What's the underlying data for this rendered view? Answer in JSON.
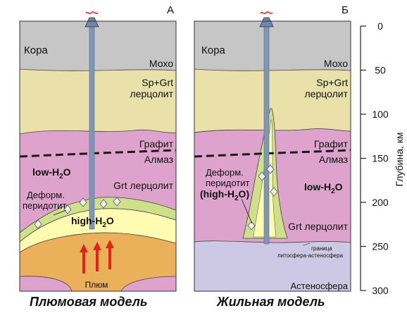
{
  "panel_a": {
    "letter": "А",
    "crust": "Кора",
    "moho": "Мохо",
    "sp_grt_1": "Sp+Grt",
    "sp_grt_2": "лерцолит",
    "graphite": "Графит",
    "diamond": "Алмаз",
    "low_h2o": "low-H",
    "grt_lherzolite": "Grt лерцолит",
    "deform_1": "Деформ.",
    "deform_2": "перидотит",
    "high_h2o": "high-H",
    "plume": "Плюм",
    "caption": "Плюмовая модель"
  },
  "panel_b": {
    "letter": "Б",
    "crust": "Кора",
    "moho": "Мохо",
    "sp_grt_1": "Sp+Grt",
    "sp_grt_2": "лерцолит",
    "graphite": "Графит",
    "diamond": "Алмаз",
    "deform_1": "Деформ.",
    "deform_2": "перидотит",
    "high_h2o": "(high-H",
    "high_h2o_close": ")",
    "low_h2o": "low-H",
    "grt_lherzolite": "Grt лерцолит",
    "boundary_1": "граница",
    "boundary_2": "литосфера-астеносфера",
    "asthenosphere": "Астеносфера",
    "caption": "Жильная модель"
  },
  "formula": {
    "o": "O",
    "sub2": "2"
  },
  "depth_axis": {
    "label": "Глубина, км",
    "ticks": [
      "0",
      "50",
      "100",
      "150",
      "200",
      "250",
      "300"
    ]
  },
  "colors": {
    "crust": "#c6c6c6",
    "spinel_garnet": "#e9e1a9",
    "garnet_lherzolite": "#dea3cc",
    "asthenosphere": "#cdc9e4",
    "plume": "#eab05a",
    "deformed_green": "#cfe08a",
    "high_h2o_yellow": "#fffbb0",
    "conduit": "#7e96ba",
    "arrow": "#e0241a"
  }
}
